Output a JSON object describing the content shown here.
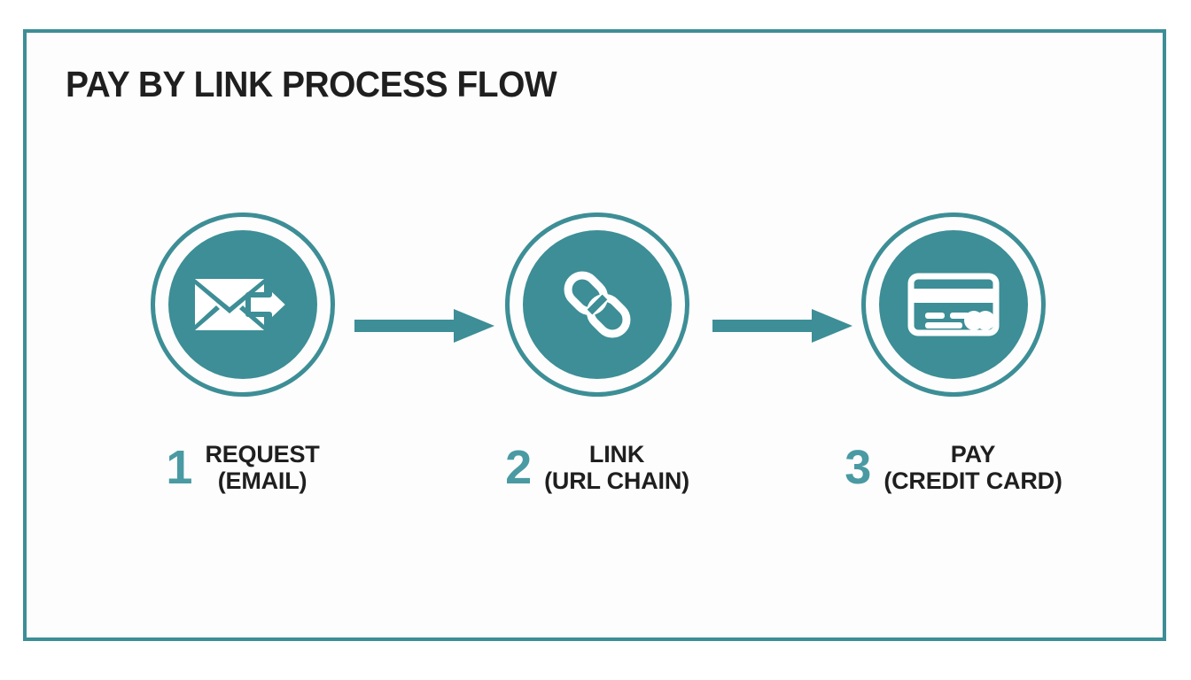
{
  "page": {
    "title": "PAY BY LINK PROCESS FLOW",
    "frame_color": "#3d8e96",
    "accent_color": "#3d8e96",
    "number_color": "#4a9aa3",
    "text_color": "#1f1f1f",
    "background": "#fdfdfd"
  },
  "steps": [
    {
      "number": "1",
      "line1": "REQUEST",
      "line2": "(EMAIL)",
      "icon": "envelope-send-icon"
    },
    {
      "number": "2",
      "line1": "LINK",
      "line2": "(URL CHAIN)",
      "icon": "chain-link-icon"
    },
    {
      "number": "3",
      "line1": "PAY",
      "line2": "(CREDIT CARD)",
      "icon": "credit-card-icon"
    }
  ],
  "connectors": [
    {
      "name": "arrow-step1-to-step2"
    },
    {
      "name": "arrow-step2-to-step3"
    }
  ]
}
